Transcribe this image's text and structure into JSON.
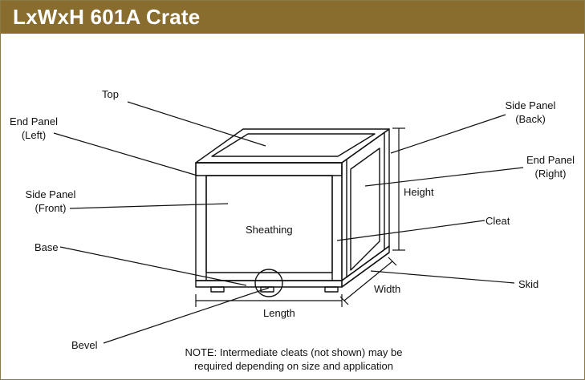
{
  "header": {
    "title": "LxWxH 601A Crate"
  },
  "labels": {
    "top": "Top",
    "end_panel_left_1": "End Panel",
    "end_panel_left_2": "(Left)",
    "side_panel_front_1": "Side Panel",
    "side_panel_front_2": "(Front)",
    "sheathing": "Sheathing",
    "base": "Base",
    "bevel": "Bevel",
    "length": "Length",
    "width": "Width",
    "height": "Height",
    "side_panel_back_1": "Side Panel",
    "side_panel_back_2": "(Back)",
    "end_panel_right_1": "End Panel",
    "end_panel_right_2": "(Right)",
    "cleat": "Cleat",
    "skid": "Skid"
  },
  "note": {
    "line1": "NOTE: Intermediate cleats (not shown) may be",
    "line2": "required depending on size and application"
  },
  "colors": {
    "header_bg": "#886d2f",
    "header_text": "#ffffff",
    "line": "#111111"
  }
}
